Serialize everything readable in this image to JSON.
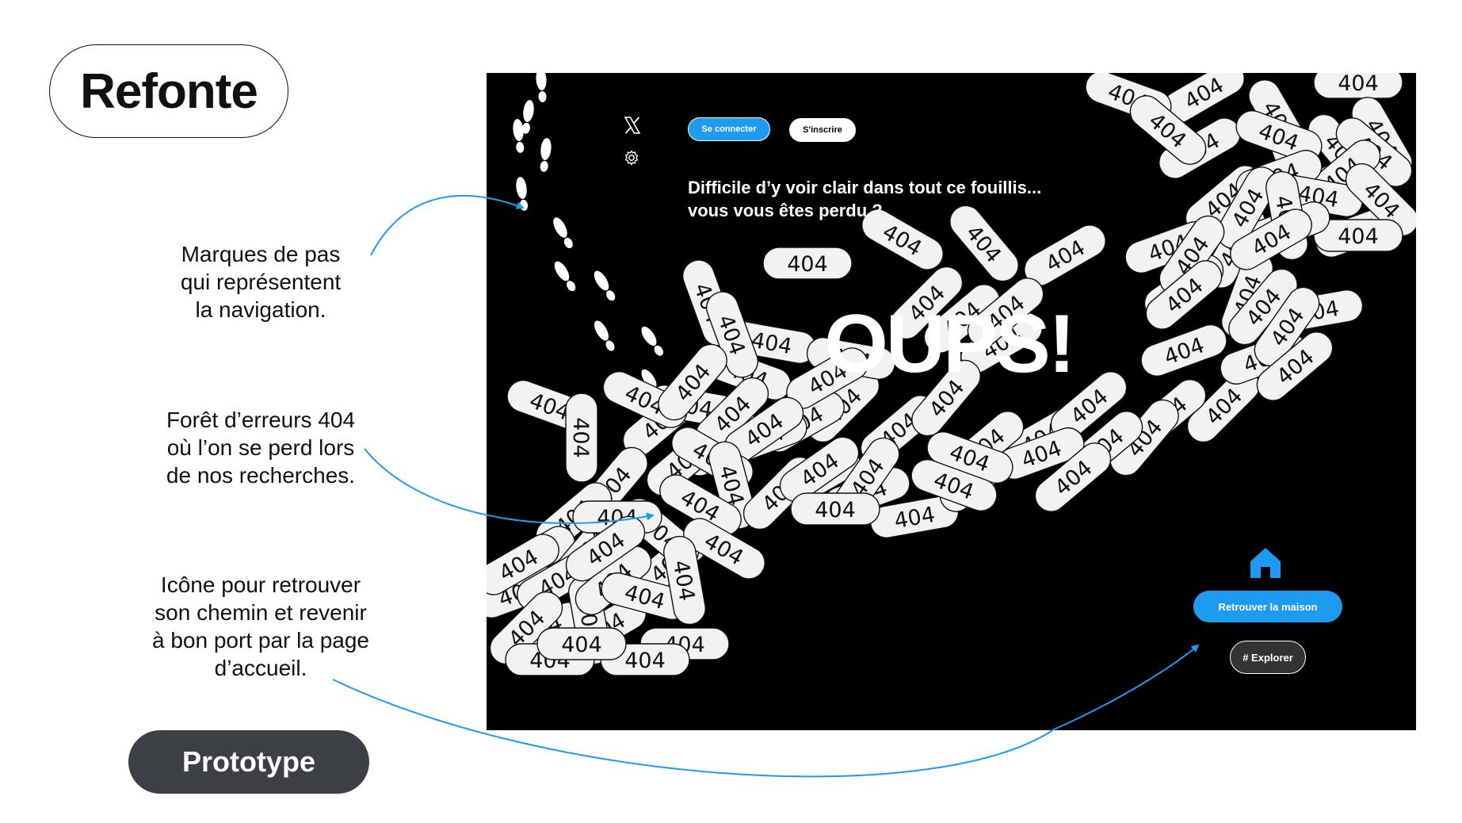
{
  "slide": {
    "badge_top": "Refonte",
    "badge_bottom": "Prototype",
    "notes": [
      [
        "Marques de pas",
        "qui représentent",
        "la navigation."
      ],
      [
        "Forêt d’erreurs 404",
        "où l’on se perd lors",
        "de nos recherches."
      ],
      [
        "Icône pour retrouver",
        "son chemin et revenir",
        "à bon port par la page",
        "d’accueil."
      ]
    ],
    "arrow_color": "#1d9bf0"
  },
  "screen": {
    "header": {
      "x_icon": "x-logo-icon",
      "settings_icon": "gear-icon",
      "login_label": "Se connecter",
      "signup_label": "S'inscrire"
    },
    "message": [
      "Difficile d’y voir clair dans tout ce fouillis...",
      "vous vous êtes perdu ?"
    ],
    "big_title": "OUPS!",
    "error_code": "404",
    "home_icon": "house-icon",
    "home_button": "Retrouver la maison",
    "explore_button": "# Explorer",
    "accent_color": "#1d9bf0",
    "background_color": "#000000"
  }
}
